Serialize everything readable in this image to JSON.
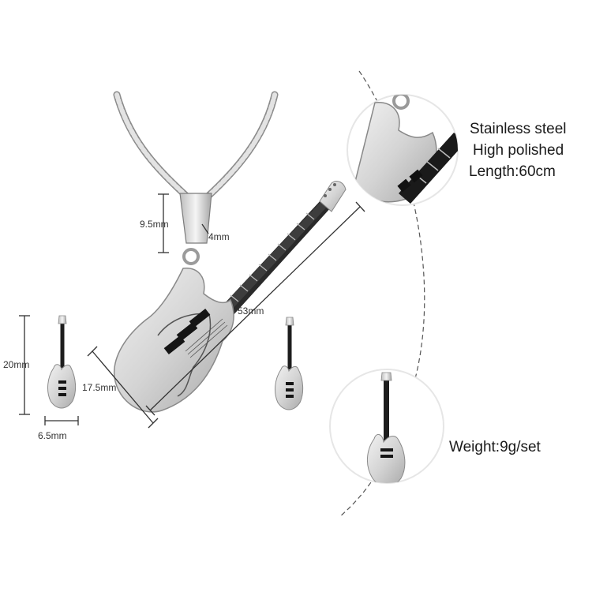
{
  "dimensions": {
    "bail_height": "9.5mm",
    "bail_depth": "4mm",
    "pendant_length": "53mm",
    "pendant_width": "17.5mm",
    "earring_height": "20mm",
    "earring_width": "6.5mm"
  },
  "specs": {
    "material": "Stainless steel",
    "finish": "High polished",
    "length": "Length:60cm",
    "weight": "Weight:9g/set"
  },
  "colors": {
    "metal": "#d9d9d9",
    "metal_dark": "#9a9a9a",
    "enamel": "#151515"
  }
}
